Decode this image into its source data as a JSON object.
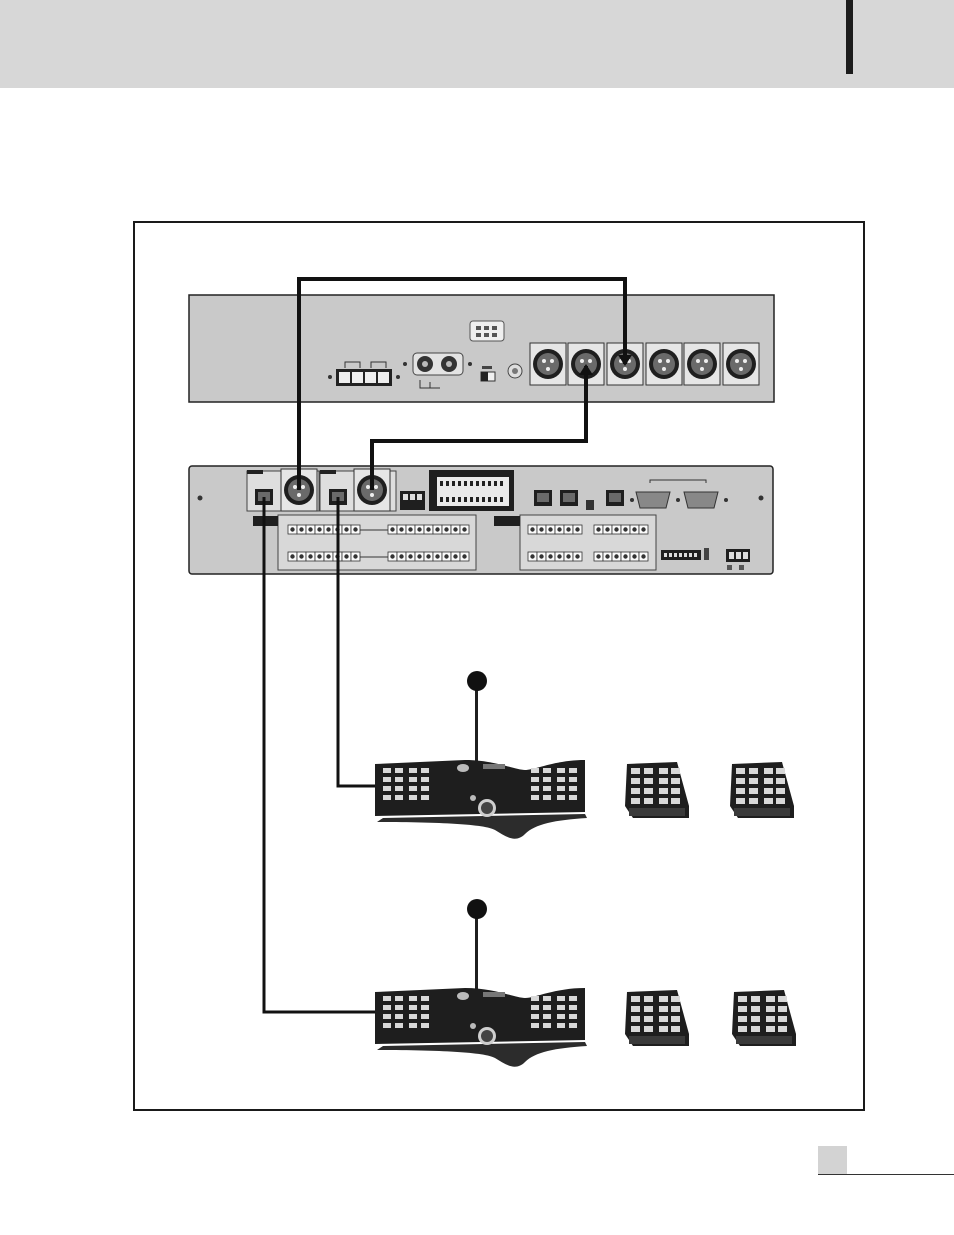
{
  "colors": {
    "header_band": "#d7d7d7",
    "rack_face": "#c9c9c9",
    "cable": "#111111",
    "frame": "#1a1a1a"
  },
  "diagram": {
    "devices": [
      "amplifier-rear-panel",
      "conference-processor-rear-panel",
      "chairman-unit-1",
      "extension-unit-1a",
      "extension-unit-1b",
      "chairman-unit-2",
      "extension-unit-2a",
      "extension-unit-2b"
    ],
    "connections": [
      "processor-xlr-1-to-amp-xlr-3",
      "processor-xlr-2-to-amp-xlr-2",
      "processor-rj45-2-to-chairman-unit-1",
      "processor-rj45-1-to-chairman-unit-2"
    ]
  }
}
